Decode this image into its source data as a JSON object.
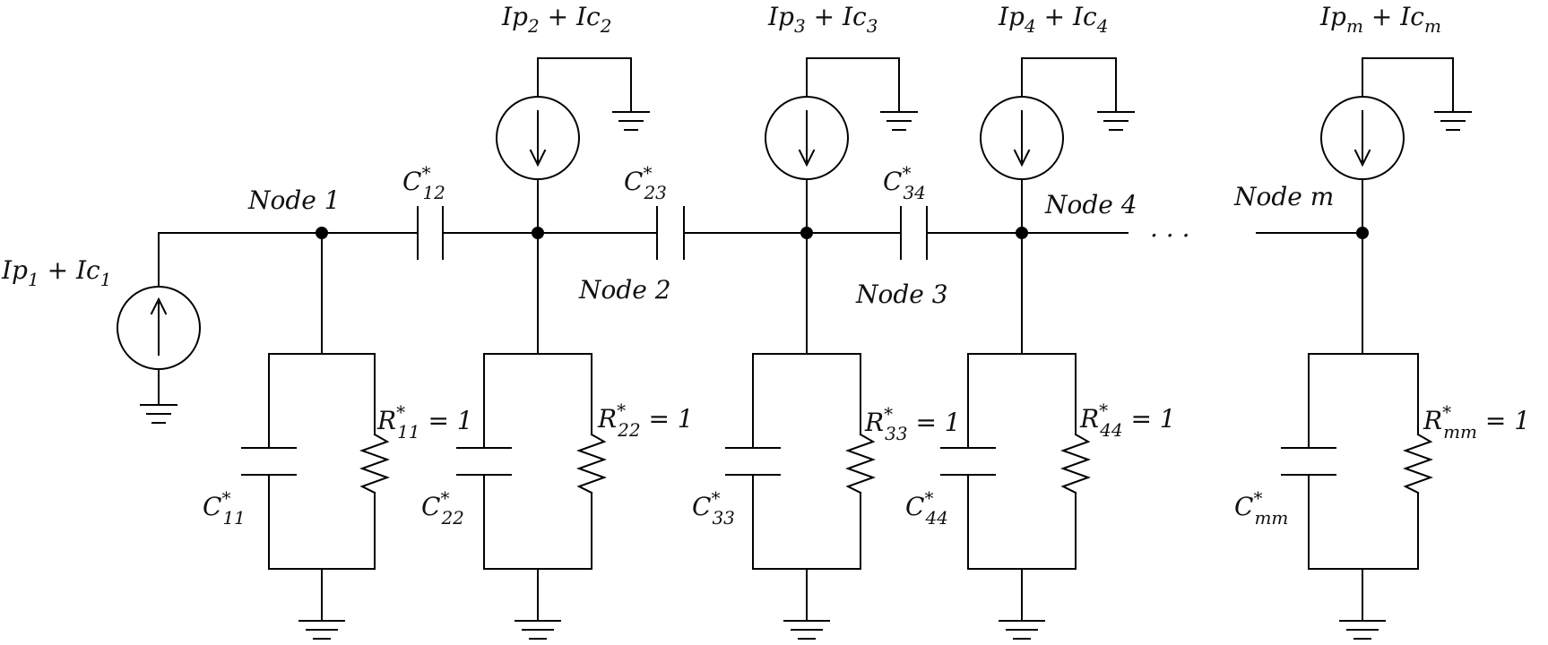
{
  "diagram": {
    "nodes": [
      {
        "id": 1,
        "label": "Node 1"
      },
      {
        "id": 2,
        "label": "Node 2"
      },
      {
        "id": 3,
        "label": "Node 3"
      },
      {
        "id": 4,
        "label": "Node 4"
      },
      {
        "id": "m",
        "label": "Node m"
      }
    ],
    "ellipsis": ". . .",
    "sources": [
      {
        "ip": "Ip",
        "ip_sub": "1",
        "plus": " + ",
        "ic": "Ic",
        "ic_sub": "1",
        "direction": "up"
      },
      {
        "ip": "Ip",
        "ip_sub": "2",
        "plus": " + ",
        "ic": "Ic",
        "ic_sub": "2",
        "direction": "down"
      },
      {
        "ip": "Ip",
        "ip_sub": "3",
        "plus": " + ",
        "ic": "Ic",
        "ic_sub": "3",
        "direction": "down"
      },
      {
        "ip": "Ip",
        "ip_sub": "4",
        "plus": " + ",
        "ic": "Ic",
        "ic_sub": "4",
        "direction": "down"
      },
      {
        "ip": "Ip",
        "ip_sub": "m",
        "plus": " + ",
        "ic": "Ic",
        "ic_sub": "m",
        "direction": "down"
      }
    ],
    "coupling_capacitors": [
      {
        "sym": "C",
        "sup": "*",
        "sub": "12"
      },
      {
        "sym": "C",
        "sup": "*",
        "sub": "23"
      },
      {
        "sym": "C",
        "sup": "*",
        "sub": "34"
      }
    ],
    "shunt_resistors": [
      {
        "sym": "R",
        "sup": "*",
        "sub": "11",
        "value": " = 1"
      },
      {
        "sym": "R",
        "sup": "*",
        "sub": "22",
        "value": " = 1"
      },
      {
        "sym": "R",
        "sup": "*",
        "sub": "33",
        "value": " = 1"
      },
      {
        "sym": "R",
        "sup": "*",
        "sub": "44",
        "value": " = 1"
      },
      {
        "sym": "R",
        "sup": "*",
        "sub": "mm",
        "value": " = 1"
      }
    ],
    "shunt_capacitors": [
      {
        "sym": "C",
        "sup": "*",
        "sub": "11"
      },
      {
        "sym": "C",
        "sup": "*",
        "sub": "22"
      },
      {
        "sym": "C",
        "sup": "*",
        "sub": "33"
      },
      {
        "sym": "C",
        "sup": "*",
        "sub": "44"
      },
      {
        "sym": "C",
        "sup": "*",
        "sub": "mm"
      }
    ]
  }
}
